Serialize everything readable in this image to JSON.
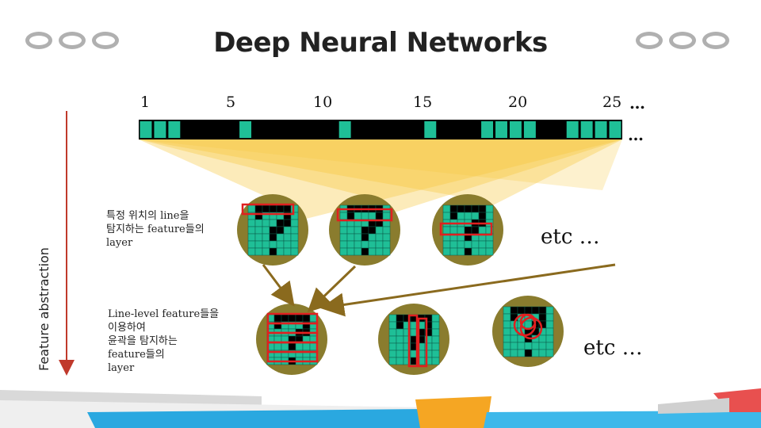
{
  "title": "Deep Neural Networks",
  "axis_label": "Feature abstraction",
  "tick_labels": [
    "1",
    "5",
    "10",
    "15",
    "20",
    "25"
  ],
  "ellipsis_top": "…",
  "ellipsis_bottom": "…",
  "layer1_note": [
    "특정 위치의 line을",
    "탐지하는 feature들의",
    "layer"
  ],
  "layer2_note": [
    "Line-level feature들을",
    "이용하여",
    "윤곽을 탐지하는",
    "feature들의",
    "layer"
  ],
  "etc_1": "etc …",
  "etc_2": "etc …",
  "colors": {
    "teal": "#1fbf97",
    "black": "#000000",
    "disc": "#8a7c2e",
    "arrow": "#8a6a1e",
    "highlight": "#e02020",
    "fan": "#f7c63a"
  },
  "strip_cells": [
    "T",
    "T",
    "T",
    "B",
    "B",
    "B",
    "B",
    "T",
    "B",
    "B",
    "B",
    "B",
    "B",
    "B",
    "T",
    "B",
    "B",
    "B",
    "B",
    "B",
    "T",
    "B",
    "B",
    "B",
    "T",
    "T",
    "T",
    "T",
    "B",
    "B",
    "T",
    "T",
    "T",
    "T"
  ]
}
